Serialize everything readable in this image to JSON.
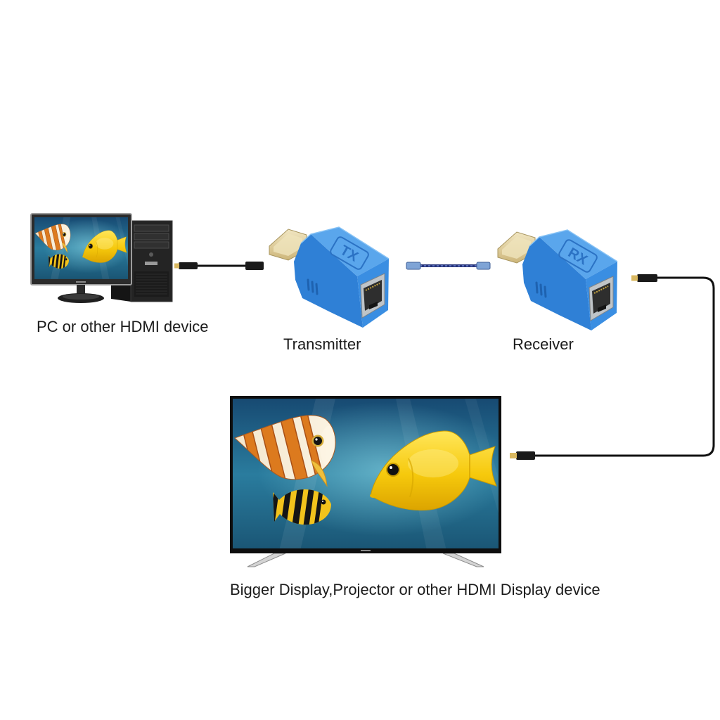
{
  "labels": {
    "source": "PC or other HDMI device",
    "transmitter": "Transmitter",
    "receiver": "Receiver",
    "display": "Bigger Display,Projector or other HDMI Display device"
  },
  "devices": {
    "transmitter_marking": "TX",
    "receiver_marking": "RX"
  },
  "colors": {
    "background": "#ffffff",
    "label_text": "#1b1b1b",
    "extender_blue": "#3a8ee2",
    "cable": "#111111"
  }
}
